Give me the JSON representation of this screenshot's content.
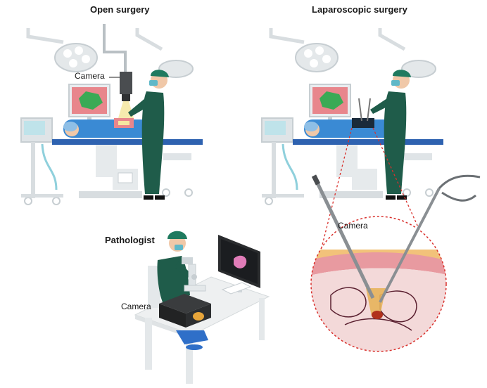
{
  "panels": {
    "open_surgery": {
      "title": "Open surgery",
      "camera_label": "Camera"
    },
    "laparoscopic_surgery": {
      "title": "Laparoscopic surgery",
      "camera_label": "Camera"
    },
    "pathologist": {
      "title": "Pathologist",
      "camera_label": "Camera"
    }
  },
  "colors": {
    "scrubs": "#1f5c4a",
    "cap": "#1f7a5f",
    "mask": "#5fb8c8",
    "table_blue": "#2e62b0",
    "drape_blue": "#3a8ad4",
    "screen_pink": "#e8868c",
    "tissue_green": "#3aaa55",
    "equipment_gray": "#cfd6da",
    "zoom_outline": "#d9302c"
  }
}
